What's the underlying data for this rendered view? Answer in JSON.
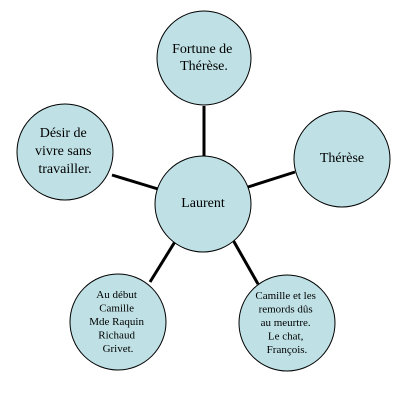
{
  "diagram": {
    "center": {
      "lines": [
        "Laurent"
      ]
    },
    "nodes": [
      {
        "id": "top",
        "lines": [
          "Fortune de",
          "Thérèse."
        ]
      },
      {
        "id": "right",
        "lines": [
          "Thérèse"
        ]
      },
      {
        "id": "bottom-right",
        "lines": [
          "Camille et les",
          "remords dûs",
          "au meurtre.",
          "Le chat,",
          "François."
        ]
      },
      {
        "id": "bottom-left",
        "lines": [
          "Au début",
          "Camille",
          "Mde Raquin",
          "Richaud",
          "Grivet."
        ]
      },
      {
        "id": "left",
        "lines": [
          "Désir de",
          "vivre sans",
          "travailler."
        ]
      }
    ],
    "colors": {
      "node_fill": "#bfe1e5",
      "node_stroke": "#000000",
      "connector": "#000000",
      "text": "#000000"
    }
  }
}
